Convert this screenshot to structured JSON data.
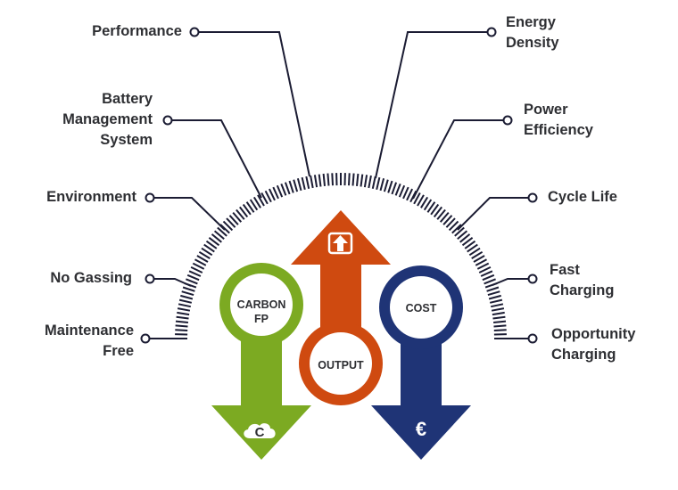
{
  "diagram": {
    "colors": {
      "line": "#1b1c33",
      "text": "#2e2f33",
      "carbon": "#7caa22",
      "output": "#cf4a10",
      "cost": "#1f3476",
      "white": "#ffffff"
    },
    "left_labels": [
      {
        "id": "performance",
        "lines": [
          "Performance"
        ]
      },
      {
        "id": "battery-management-system",
        "lines": [
          "Battery",
          "Management",
          "System"
        ]
      },
      {
        "id": "environment",
        "lines": [
          "Environment"
        ]
      },
      {
        "id": "no-gassing",
        "lines": [
          "No Gassing"
        ]
      },
      {
        "id": "maintenance-free",
        "lines": [
          "Maintenance",
          "Free"
        ]
      }
    ],
    "right_labels": [
      {
        "id": "energy-density",
        "lines": [
          "Energy",
          "Density"
        ]
      },
      {
        "id": "power-efficiency",
        "lines": [
          "Power",
          "Efficiency"
        ]
      },
      {
        "id": "cycle-life",
        "lines": [
          "Cycle Life"
        ]
      },
      {
        "id": "fast-charging",
        "lines": [
          "Fast",
          "Charging"
        ]
      },
      {
        "id": "opportunity-charging",
        "lines": [
          "Opportunity",
          "Charging"
        ]
      }
    ],
    "arrows": [
      {
        "id": "carbon-fp",
        "direction": "down",
        "label_lines": [
          "CARBON",
          "FP"
        ],
        "icon": "cloud-c-icon",
        "icon_text": "C"
      },
      {
        "id": "output",
        "direction": "up",
        "label_lines": [
          "OUTPUT"
        ],
        "icon": "upload-box-icon",
        "icon_text": ""
      },
      {
        "id": "cost",
        "direction": "down",
        "label_lines": [
          "COST"
        ],
        "icon": "euro-icon",
        "icon_text": "€"
      }
    ]
  }
}
